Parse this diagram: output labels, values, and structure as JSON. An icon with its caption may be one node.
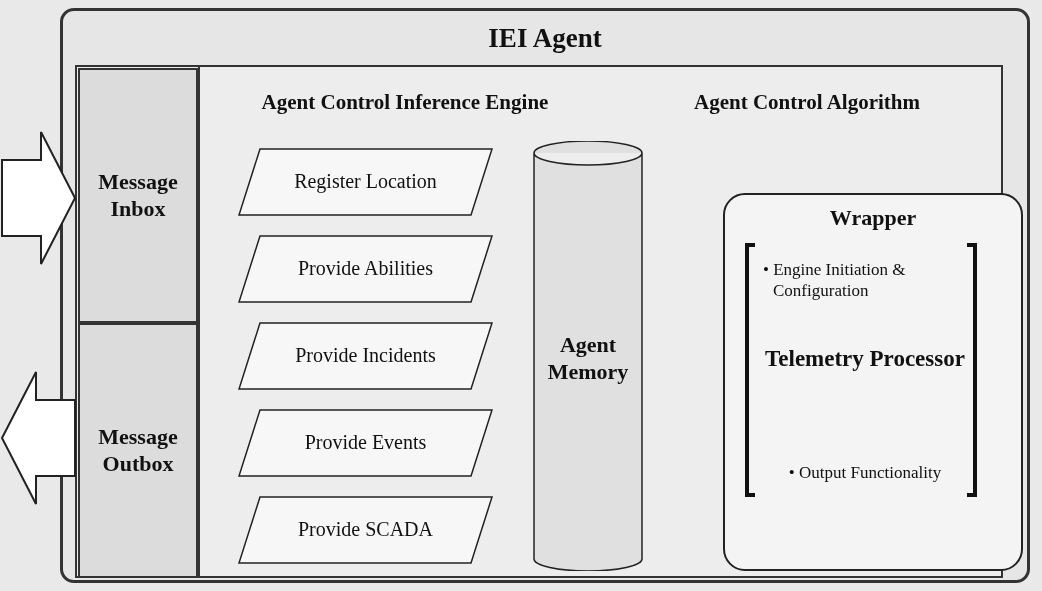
{
  "diagram": {
    "nodes": [
      {
        "text": [
          "IEI Agent"
        ]
      },
      {
        "text": [
          "Message Inbox"
        ],
        "in": 0
      },
      {
        "text": [
          "Message Outbox"
        ],
        "in": 0
      },
      {
        "text": [
          "Agent Control Inference Engine"
        ],
        "in": 0
      },
      {
        "text": [
          "Register Location"
        ],
        "in": 0
      },
      {
        "text": [
          "Provide Abilities"
        ],
        "in": 0
      },
      {
        "text": [
          "Provide Incidents"
        ],
        "in": 0
      },
      {
        "text": [
          "Provide Events"
        ],
        "in": 0
      },
      {
        "text": [
          "Provide SCADA"
        ],
        "in": 0
      },
      {
        "text": [
          "Agent Memory"
        ],
        "in": 0
      },
      {
        "text": [
          "Agent Control Algorithm"
        ],
        "in": 0
      },
      {
        "text": [
          "Wrapper",
          "• Engine Initiation & Configuration",
          "Telemetry Processor",
          "• Output Functionality"
        ],
        "in": 0
      }
    ],
    "edges": [
      {
        "from": null,
        "to": 1,
        "arrow": "to"
      },
      {
        "from": 2,
        "to": null,
        "arrow": "to"
      }
    ]
  }
}
